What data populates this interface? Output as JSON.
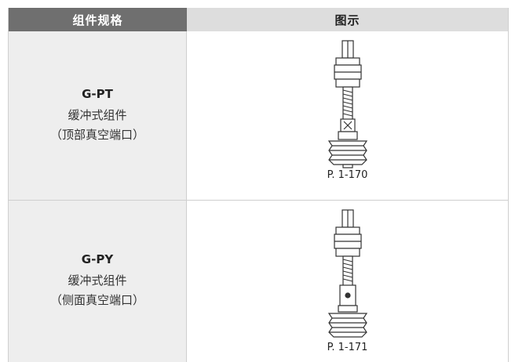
{
  "header": {
    "col1": "组件规格",
    "col2": "图示"
  },
  "rows": [
    {
      "model": "G-PT",
      "line1": "缓冲式组件",
      "line2": "（顶部真空端口）",
      "page": "P. 1-170"
    },
    {
      "model": "G-PY",
      "line1": "缓冲式组件",
      "line2": "（侧面真空端口）",
      "page": "P. 1-171"
    }
  ]
}
